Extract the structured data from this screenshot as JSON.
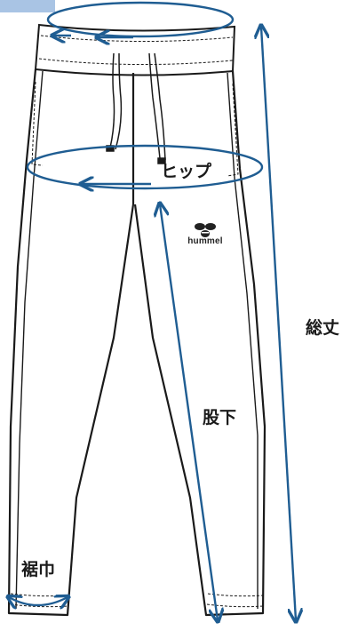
{
  "labels": {
    "hip": "ヒップ",
    "total_length": "総丈",
    "inseam": "股下",
    "hem_width": "裾巾"
  },
  "brand": {
    "name": "hummel",
    "logo_icon": "bumblebee-icon"
  },
  "colors": {
    "outline": "#1a1a1a",
    "measure": "#1f5d92",
    "tab": "#a9c4e4",
    "background": "#ffffff"
  }
}
